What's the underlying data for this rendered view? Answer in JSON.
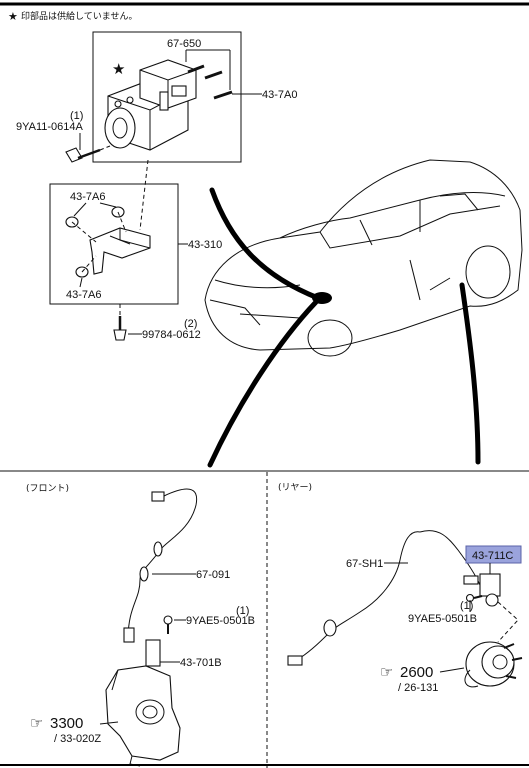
{
  "header": {
    "star_symbol": "★",
    "note": "印部品は供給していません。"
  },
  "sections": {
    "front_label": "(フロント)",
    "rear_label": "(リヤー)"
  },
  "upper": {
    "part_67_650": "67-650",
    "part_43_7A0": "43-7A0",
    "bolt_qty": "(1)",
    "bolt_9YA11": "9YA11-0614A",
    "part_43_7A6_top": "43-7A6",
    "part_43_310": "43-310",
    "part_43_7A6_bottom": "43-7A6",
    "bolt2_qty": "(2)",
    "bolt_99784": "99784-0612"
  },
  "front": {
    "part_67_091": "67-091",
    "screw_qty": "(1)",
    "screw_9YAE5": "9YAE5-0501B",
    "part_43_701B": "43-701B",
    "ref_arrow": "☞",
    "ref_number": "3300",
    "ref_sub": "/ 33-020Z"
  },
  "rear": {
    "part_67_SH1": "67-SH1",
    "part_43_711C": "43-711C",
    "screw_qty": "(1)",
    "screw_9YAE5": "9YAE5-0501B",
    "ref_arrow": "☞",
    "ref_number": "2600",
    "ref_sub": "/ 26-131"
  },
  "colors": {
    "highlight_box": "#9aa3dc",
    "line": "#111111",
    "background": "#ffffff"
  }
}
